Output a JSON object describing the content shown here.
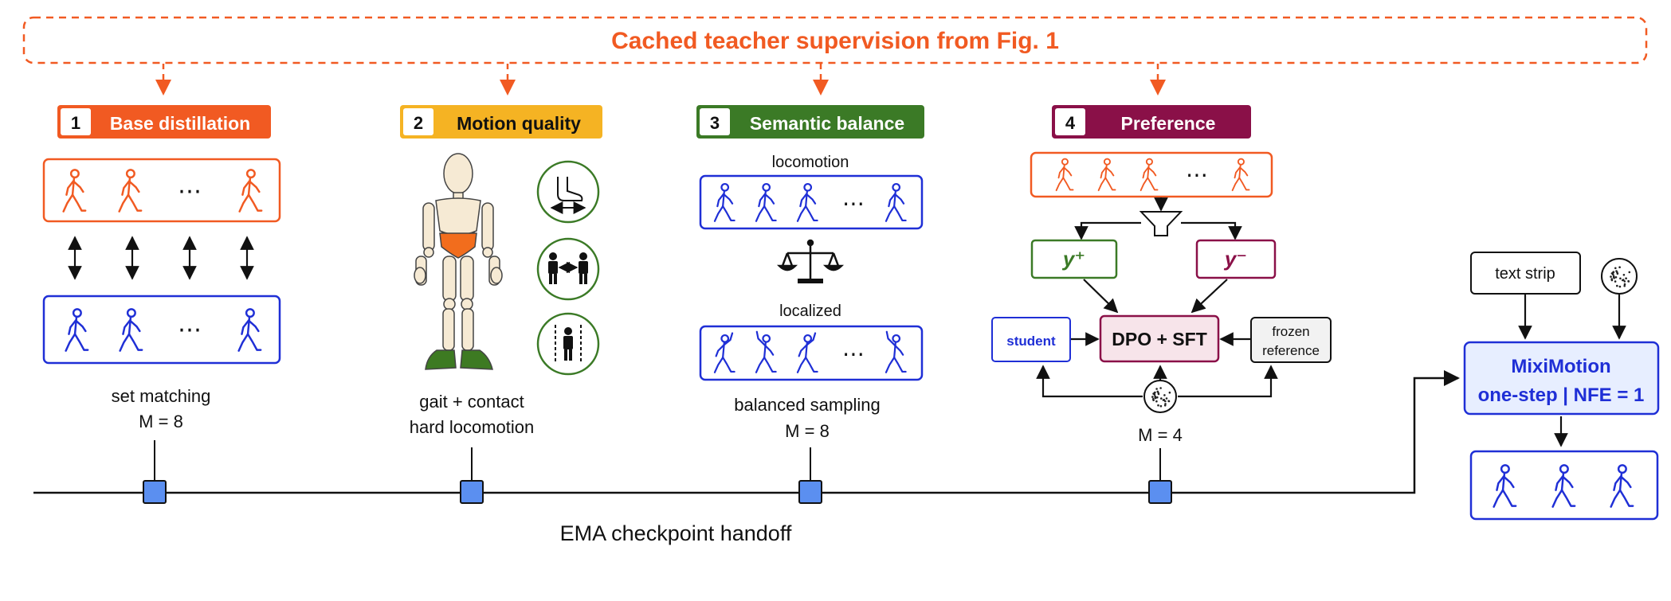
{
  "header": {
    "title": "Cached teacher supervision from Fig. 1"
  },
  "colors": {
    "orange": "#f15a22",
    "gold": "#f5b323",
    "green": "#3b7a26",
    "maroon": "#8a1048",
    "blue": "#1f2fd6",
    "checkpoint": "#5b8ff0",
    "line": "#111111",
    "panel_bg": "#e7eeff",
    "dpo_bg": "#f7e4ea",
    "frozen_bg": "#f2f2f2"
  },
  "stages": [
    {
      "num": "1",
      "title": "Base distillation",
      "caption": "set matching",
      "m_label": "M = 8"
    },
    {
      "num": "2",
      "title": "Motion quality",
      "caption_line1": "gait + contact",
      "caption_line2": "hard locomotion",
      "icons": [
        "foot-contact-icon",
        "two-people-distance-icon",
        "person-in-lane-icon"
      ]
    },
    {
      "num": "3",
      "title": "Semantic balance",
      "top_label": "locomotion",
      "bottom_label": "localized",
      "caption": "balanced sampling",
      "m_label": "M = 8"
    },
    {
      "num": "4",
      "title": "Preference",
      "y_plus": "y⁺",
      "y_minus": "y⁻",
      "dpo_label": "DPO + SFT",
      "student_label": "student",
      "frozen_label_line1": "frozen",
      "frozen_label_line2": "reference",
      "m_label": "M = 4"
    }
  ],
  "output": {
    "text_strip": "text strip",
    "title": "MixiMotion",
    "subtitle": "one-step | NFE = 1"
  },
  "timeline": {
    "label": "EMA checkpoint handoff"
  },
  "ellipsis": "⋯"
}
